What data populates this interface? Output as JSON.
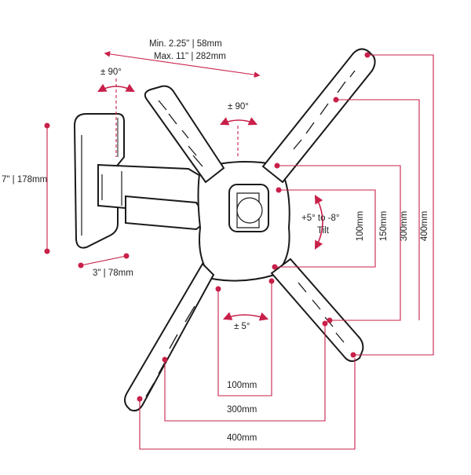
{
  "colors": {
    "accent": "#c8204a",
    "line": "#1a1a1a",
    "text": "#222222"
  },
  "labels": {
    "extension_min": "Min. 2.25\" | 58mm",
    "extension_max": "Max. 11\" | 282mm",
    "swivel_arm": "± 90°",
    "swivel_plate": "± 90°",
    "height": "7\" | 178mm",
    "depth": "3\" | 78mm",
    "tilt_range": "+5° to -8°",
    "tilt_word": "Tilt",
    "rotation": "± 5°",
    "h_100": "100mm",
    "h_300": "300mm",
    "h_400": "400mm",
    "v_100": "100mm",
    "v_150": "150mm",
    "v_300": "300mm",
    "v_400": "400mm"
  }
}
